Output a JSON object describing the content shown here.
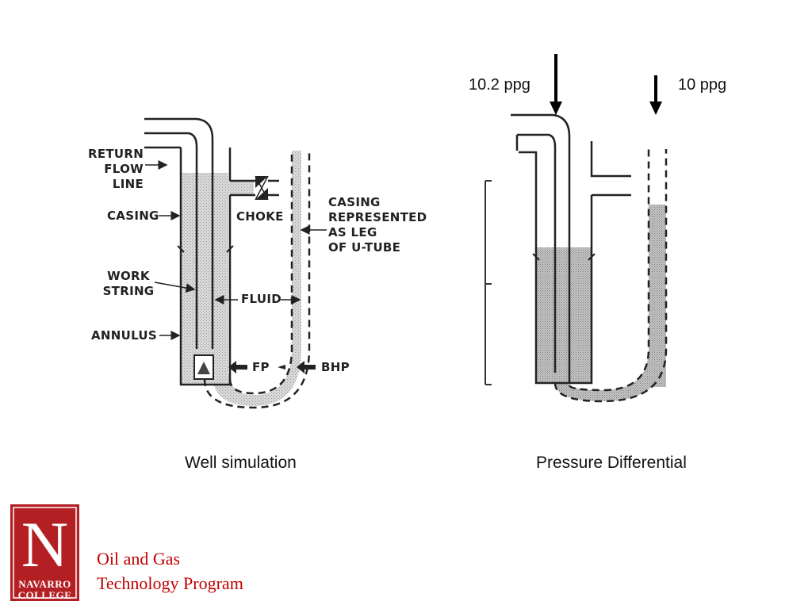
{
  "left_diagram": {
    "labels": {
      "return_flow_line": [
        "RETURN",
        "FLOW",
        "LINE"
      ],
      "casing": "CASING",
      "work_string": [
        "WORK",
        "STRING"
      ],
      "annulus": "ANNULUS",
      "choke": "CHOKE",
      "casing_leg": [
        "CASING",
        "REPRESENTED",
        "AS LEG",
        "OF U-TUBE"
      ],
      "fluid": "FLUID",
      "fp": "FP",
      "bhp": "BHP"
    },
    "caption": "Well simulation"
  },
  "right_diagram": {
    "left_density": "10.2 ppg",
    "right_density": "10 ppg",
    "caption": "Pressure Differential"
  },
  "footer": {
    "logo_letter": "N",
    "logo_lines": [
      "NAVARRO",
      "COLLEGE"
    ],
    "program_lines": [
      "Oil and Gas",
      "Technology Program"
    ],
    "program_color": "#c00000",
    "logo_color": "#b41f24"
  }
}
